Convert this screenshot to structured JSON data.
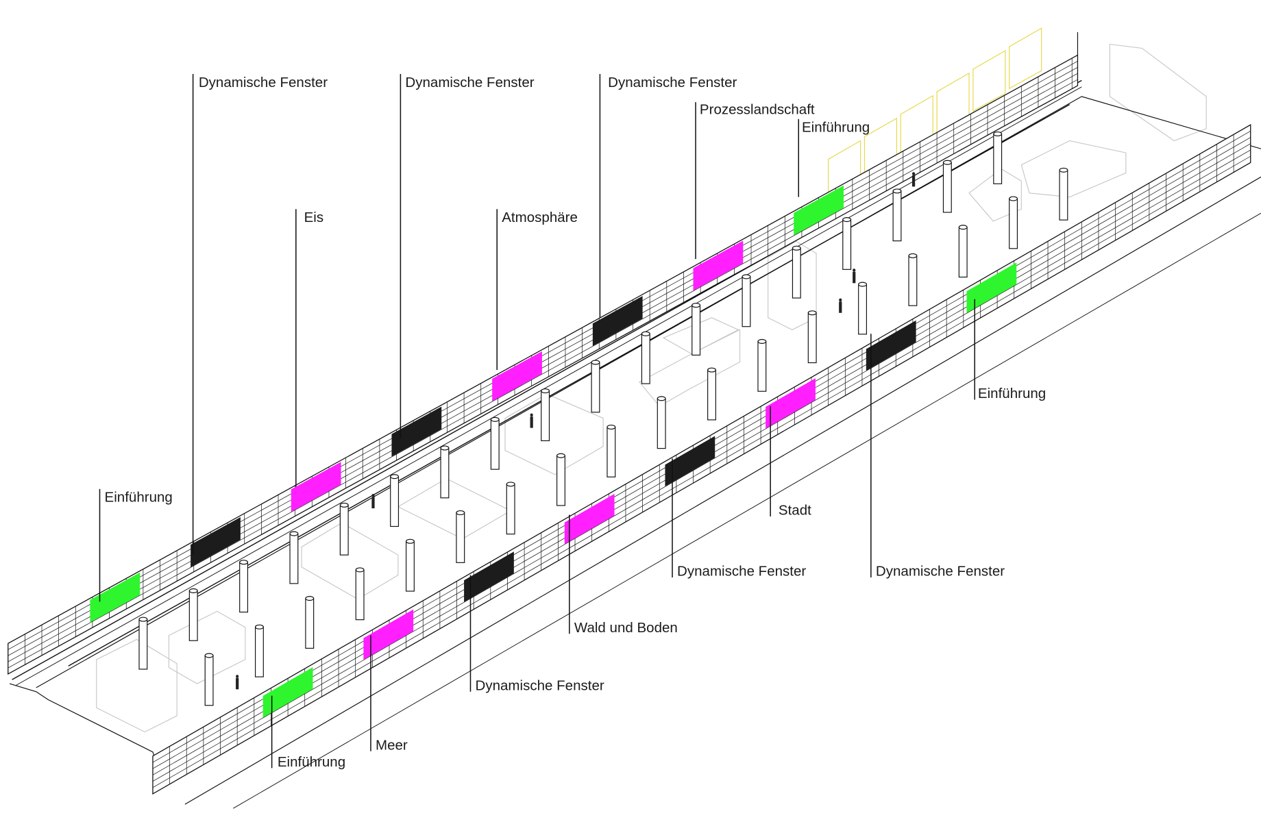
{
  "labels": {
    "far_df_1": "Dynamische Fenster",
    "far_df_2": "Dynamische Fenster",
    "far_df_3": "Dynamische Fenster",
    "far_prozess": "Prozesslandschaft",
    "far_einf_right": "Einführung",
    "far_eis": "Eis",
    "far_atmos": "Atmosphäre",
    "far_einf_left": "Einführung",
    "near_einf_right": "Einführung",
    "near_stadt": "Stadt",
    "near_df_1": "Dynamische Fenster",
    "near_df_2": "Dynamische Fenster",
    "near_wald": "Wald und Boden",
    "near_df_3": "Dynamische Fenster",
    "near_meer": "Meer",
    "near_einf_left": "Einführung"
  },
  "panels": {
    "far_wall": [
      "green",
      "black",
      "magenta",
      "black",
      "magenta",
      "black",
      "magenta",
      "green"
    ],
    "near_wall": [
      "green",
      "magenta",
      "black",
      "magenta",
      "black",
      "magenta",
      "black",
      "green"
    ]
  },
  "colors": {
    "green": "#2ef52e",
    "magenta": "#ff1fff",
    "black": "#1c1c1c",
    "line": "#111111",
    "faint": "#c8c8c8",
    "yellow": "#e8d84a"
  }
}
